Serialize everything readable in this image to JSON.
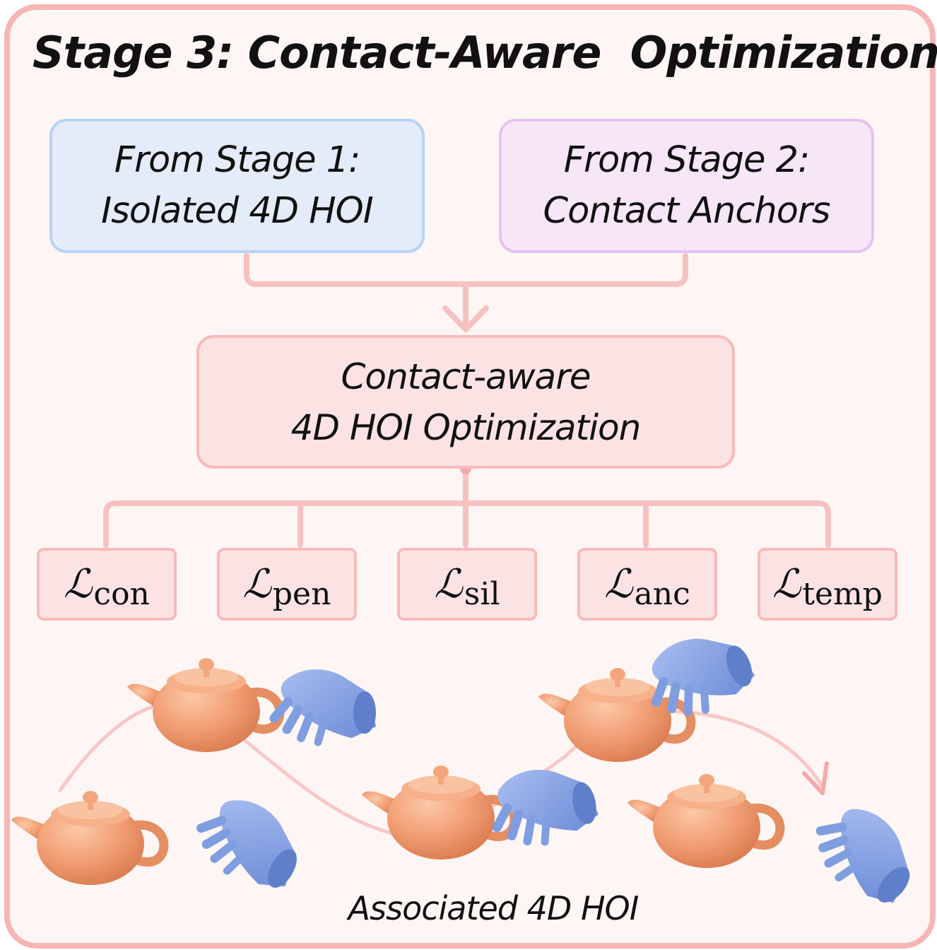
{
  "title": "Stage 3: Contact-Aware  Optimization",
  "inputs": {
    "stage1": {
      "line1": "From Stage 1:",
      "line2": "Isolated 4D HOI"
    },
    "stage2": {
      "line1": "From Stage 2:",
      "line2": "Contact Anchors"
    }
  },
  "optimization": {
    "line1": "Contact-aware",
    "line2": "4D HOI Optimization"
  },
  "losses": [
    {
      "symbol": "ℒ",
      "subscript": "con"
    },
    {
      "symbol": "ℒ",
      "subscript": "pen"
    },
    {
      "symbol": "ℒ",
      "subscript": "sil"
    },
    {
      "symbol": "ℒ",
      "subscript": "anc"
    },
    {
      "symbol": "ℒ",
      "subscript": "temp"
    }
  ],
  "caption": "Associated 4D HOI",
  "colors": {
    "border": "#f7b5b5",
    "panel_bg": "#fdf6f5",
    "stage1_fill": "#e4ecf9",
    "stage1_border": "#b6d4f7",
    "stage2_fill": "#f7e6f8",
    "stage2_border": "#e6c2f1",
    "opt_fill": "#fce3e3",
    "connector": "#f7baba",
    "teapot": "#f0a077",
    "hand": "#7f9ee0"
  },
  "icons": [
    "teapot-icon",
    "hand-icon",
    "trajectory-arrow-icon"
  ]
}
